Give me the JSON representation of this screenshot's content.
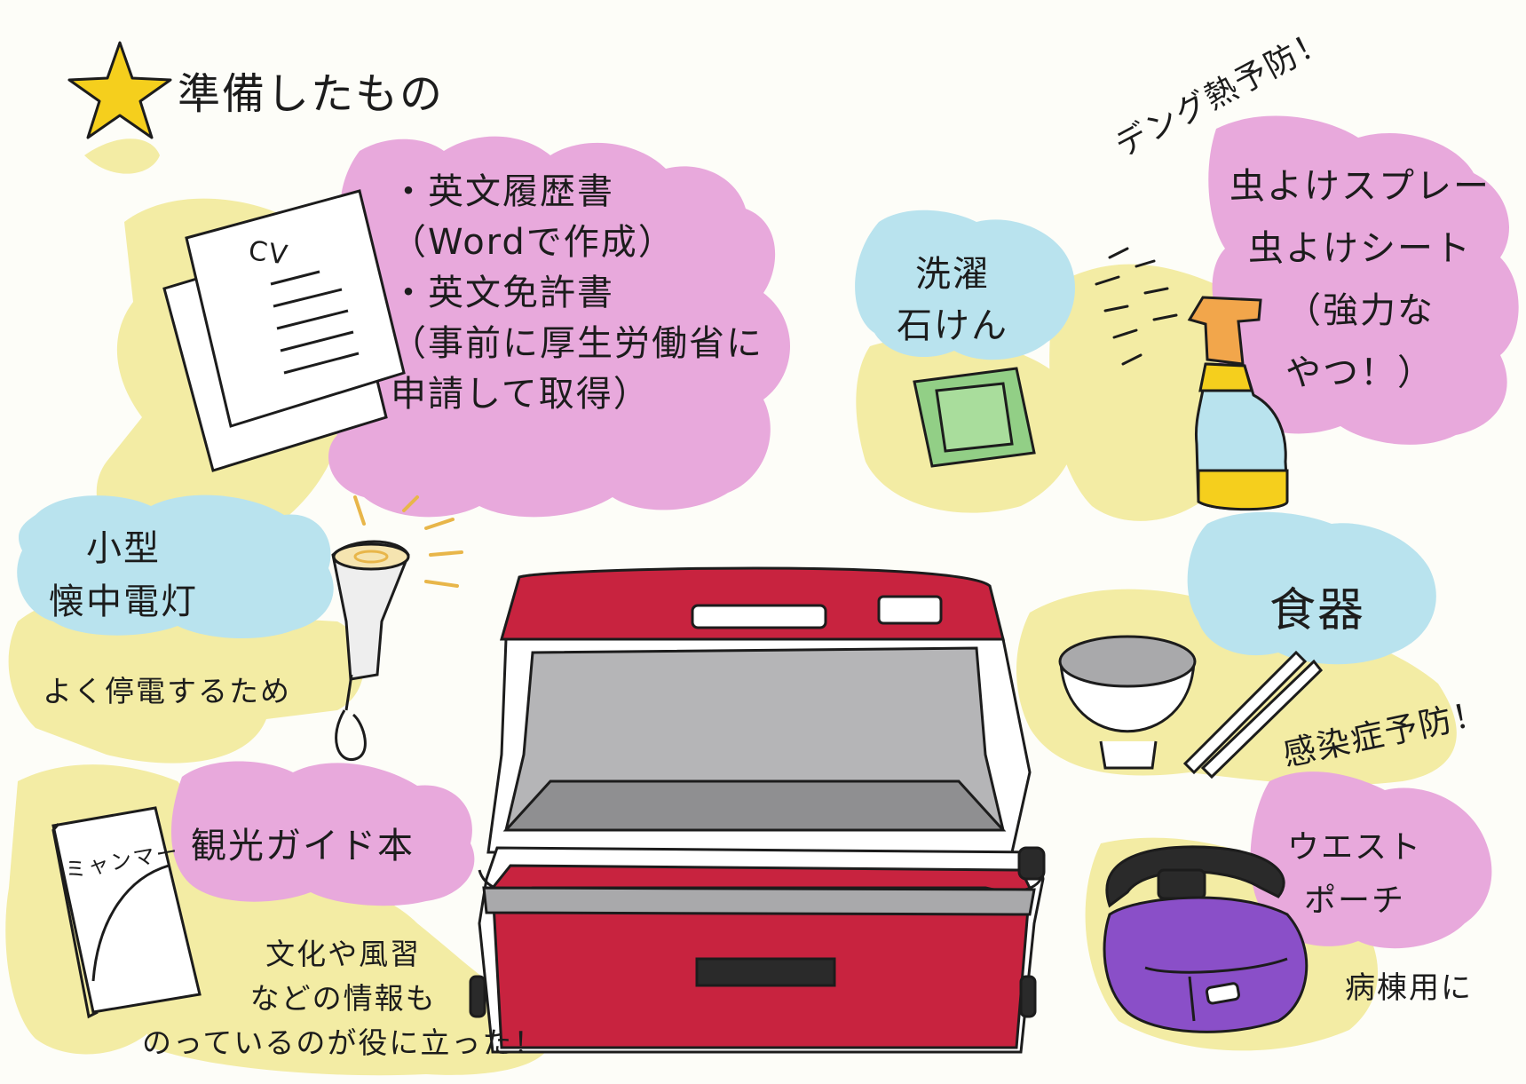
{
  "title": "準備したもの",
  "documents": {
    "cv_mark": "CV",
    "lines": [
      "・英文履歴書",
      "（Wordで作成）",
      "・英文免許書",
      "（事前に厚生労働省に",
      "申請して取得）"
    ]
  },
  "flashlight": {
    "lines": [
      "小型",
      "懐中電灯"
    ],
    "note": "よく停電するため"
  },
  "detergent": {
    "lines": [
      "洗濯",
      "石けん"
    ]
  },
  "dengue_note": "デング熱予防！",
  "repellent": {
    "lines": [
      "虫よけスプレー",
      "虫よけシート",
      "（強力な",
      "やつ！）"
    ]
  },
  "dishes": {
    "label": "食器",
    "note": "感染症予防！"
  },
  "pouch": {
    "lines": [
      "ウエスト",
      "ポーチ"
    ],
    "note": "病棟用に"
  },
  "guidebook": {
    "cover": "ミャンマー",
    "label": "観光ガイド本",
    "note_lines": [
      "文化や風習",
      "などの情報も",
      "のっているのが役に立った！"
    ]
  },
  "icons": [
    "star-icon",
    "documents-icon",
    "flashlight-icon",
    "soap-icon",
    "spray-bottle-icon",
    "bowl-icon",
    "chopsticks-icon",
    "suitcase-icon",
    "waist-pouch-icon",
    "guidebook-icon"
  ],
  "colors": {
    "yellow_marker": "#f3eca4",
    "pink_marker": "#e8a9dc",
    "blue_marker": "#b9e3ee",
    "suitcase_red": "#c8233f",
    "suitcase_gray": "#a9a9ab",
    "star_yellow": "#f5cf1d",
    "pouch_purple": "#8a4fc8",
    "soap_green": "#92cf86"
  }
}
